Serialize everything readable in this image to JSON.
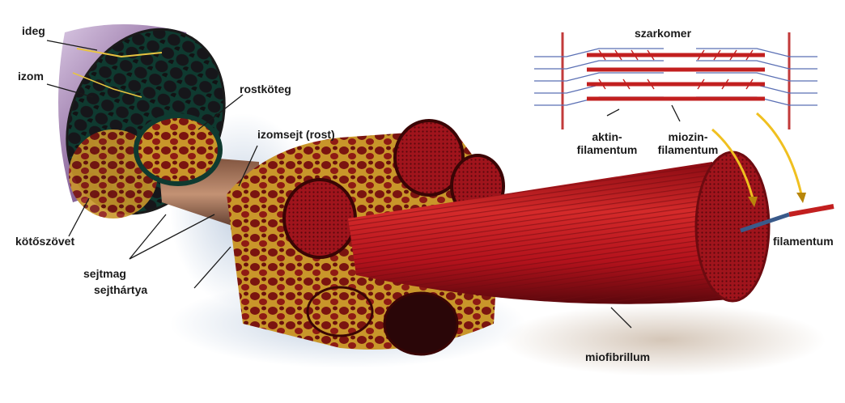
{
  "labels": {
    "ideg": "ideg",
    "izom": "izom",
    "rostkoteg": "rostköteg",
    "izomsejt": "izomsejt (rost)",
    "kotoszovet": "kötőszövet",
    "sejtmag": "sejtmag",
    "sejthartya": "sejthártya",
    "szarkomer": "szarkomer",
    "aktin_line1": "aktin-",
    "aktin_line2": "filamentum",
    "miozin_line1": "miozin-",
    "miozin_line2": "filamentum",
    "filamentum": "filamentum",
    "miofibrillum": "miofibrillum"
  },
  "colors": {
    "muscle_red": "#b3121c",
    "muscle_dark": "#6e0b10",
    "connective_tissue": "#c9962a",
    "sheath_purple": "#8e6a9e",
    "nerve_yellow": "#e8c440",
    "myosin_red": "#c21f1f",
    "actin_blue": "#5a6fb4",
    "z_line_red": "#c23a3a",
    "arrow_yellow": "#f0c020",
    "shadow_blue": "#8fa8c8"
  }
}
